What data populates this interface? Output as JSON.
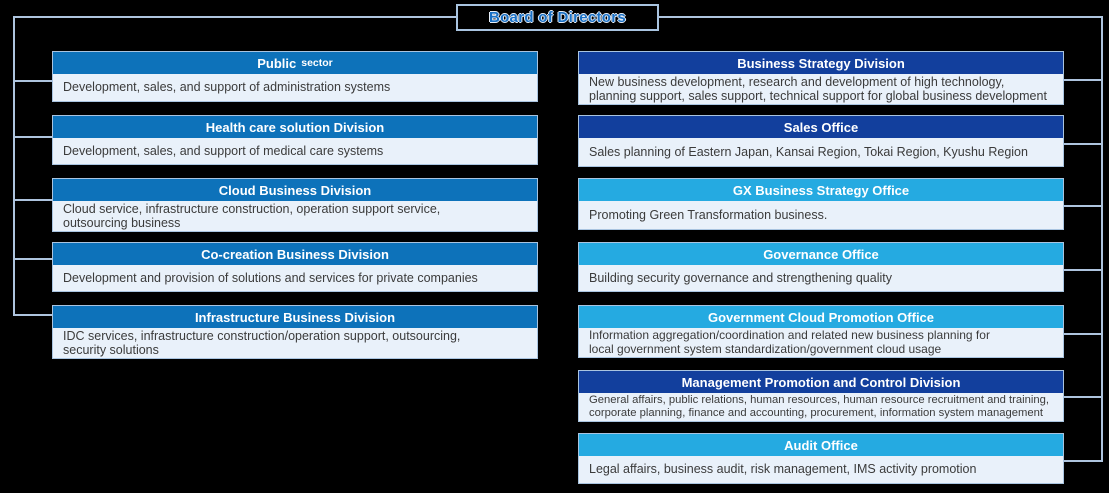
{
  "root": {
    "label": "Board of Directors"
  },
  "colors": {
    "background": "#000000",
    "connector_line": "#aec4de",
    "box_border": "#a9c4e0",
    "header_blue": "#0d72ba",
    "header_navy": "#123f9d",
    "header_cyan": "#25aae1",
    "body_background": "#e9f1fa",
    "body_text": "#3b3b3b",
    "board_text": "#1a70c4",
    "header_text": "#ffffff"
  },
  "left_column": [
    {
      "title": "Public",
      "title_suffix": "sector",
      "style": "blue",
      "body": "Development, sales, and support of administration systems"
    },
    {
      "title": "Health care solution Division",
      "style": "blue",
      "body": "Development, sales, and support of medical care systems"
    },
    {
      "title": "Cloud Business Division",
      "style": "blue",
      "body": "Cloud service, infrastructure construction, operation support service,\noutsourcing business"
    },
    {
      "title": "Co-creation Business Division",
      "style": "blue",
      "body": "Development and provision of solutions and services for private companies"
    },
    {
      "title": "Infrastructure Business Division",
      "style": "blue",
      "body": "IDC services, infrastructure construction/operation support, outsourcing,\nsecurity solutions"
    }
  ],
  "right_column": [
    {
      "title": "Business Strategy Division",
      "style": "navy",
      "body": "New business development, research and development of high technology,\nplanning support, sales support, technical support for global business development"
    },
    {
      "title": "Sales Office",
      "style": "navy",
      "body": "Sales planning of Eastern Japan, Kansai Region, Tokai Region, Kyushu Region"
    },
    {
      "title": "GX Business Strategy Office",
      "style": "cyan",
      "body": "Promoting Green Transformation business."
    },
    {
      "title": "Governance Office",
      "style": "cyan",
      "body": "Building security governance and strengthening quality"
    },
    {
      "title": "Government Cloud Promotion Office",
      "style": "cyan",
      "body": "Information aggregation/coordination and related new business planning for\nlocal government system standardization/government cloud usage"
    },
    {
      "title": "Management Promotion and Control Division",
      "style": "navy",
      "body": "General affairs, public relations, human resources, human resource recruitment and training,\ncorporate planning, finance and accounting, procurement, information system management"
    },
    {
      "title": "Audit Office",
      "style": "cyan",
      "body": "Legal affairs, business audit, risk management, IMS activity promotion"
    }
  ]
}
